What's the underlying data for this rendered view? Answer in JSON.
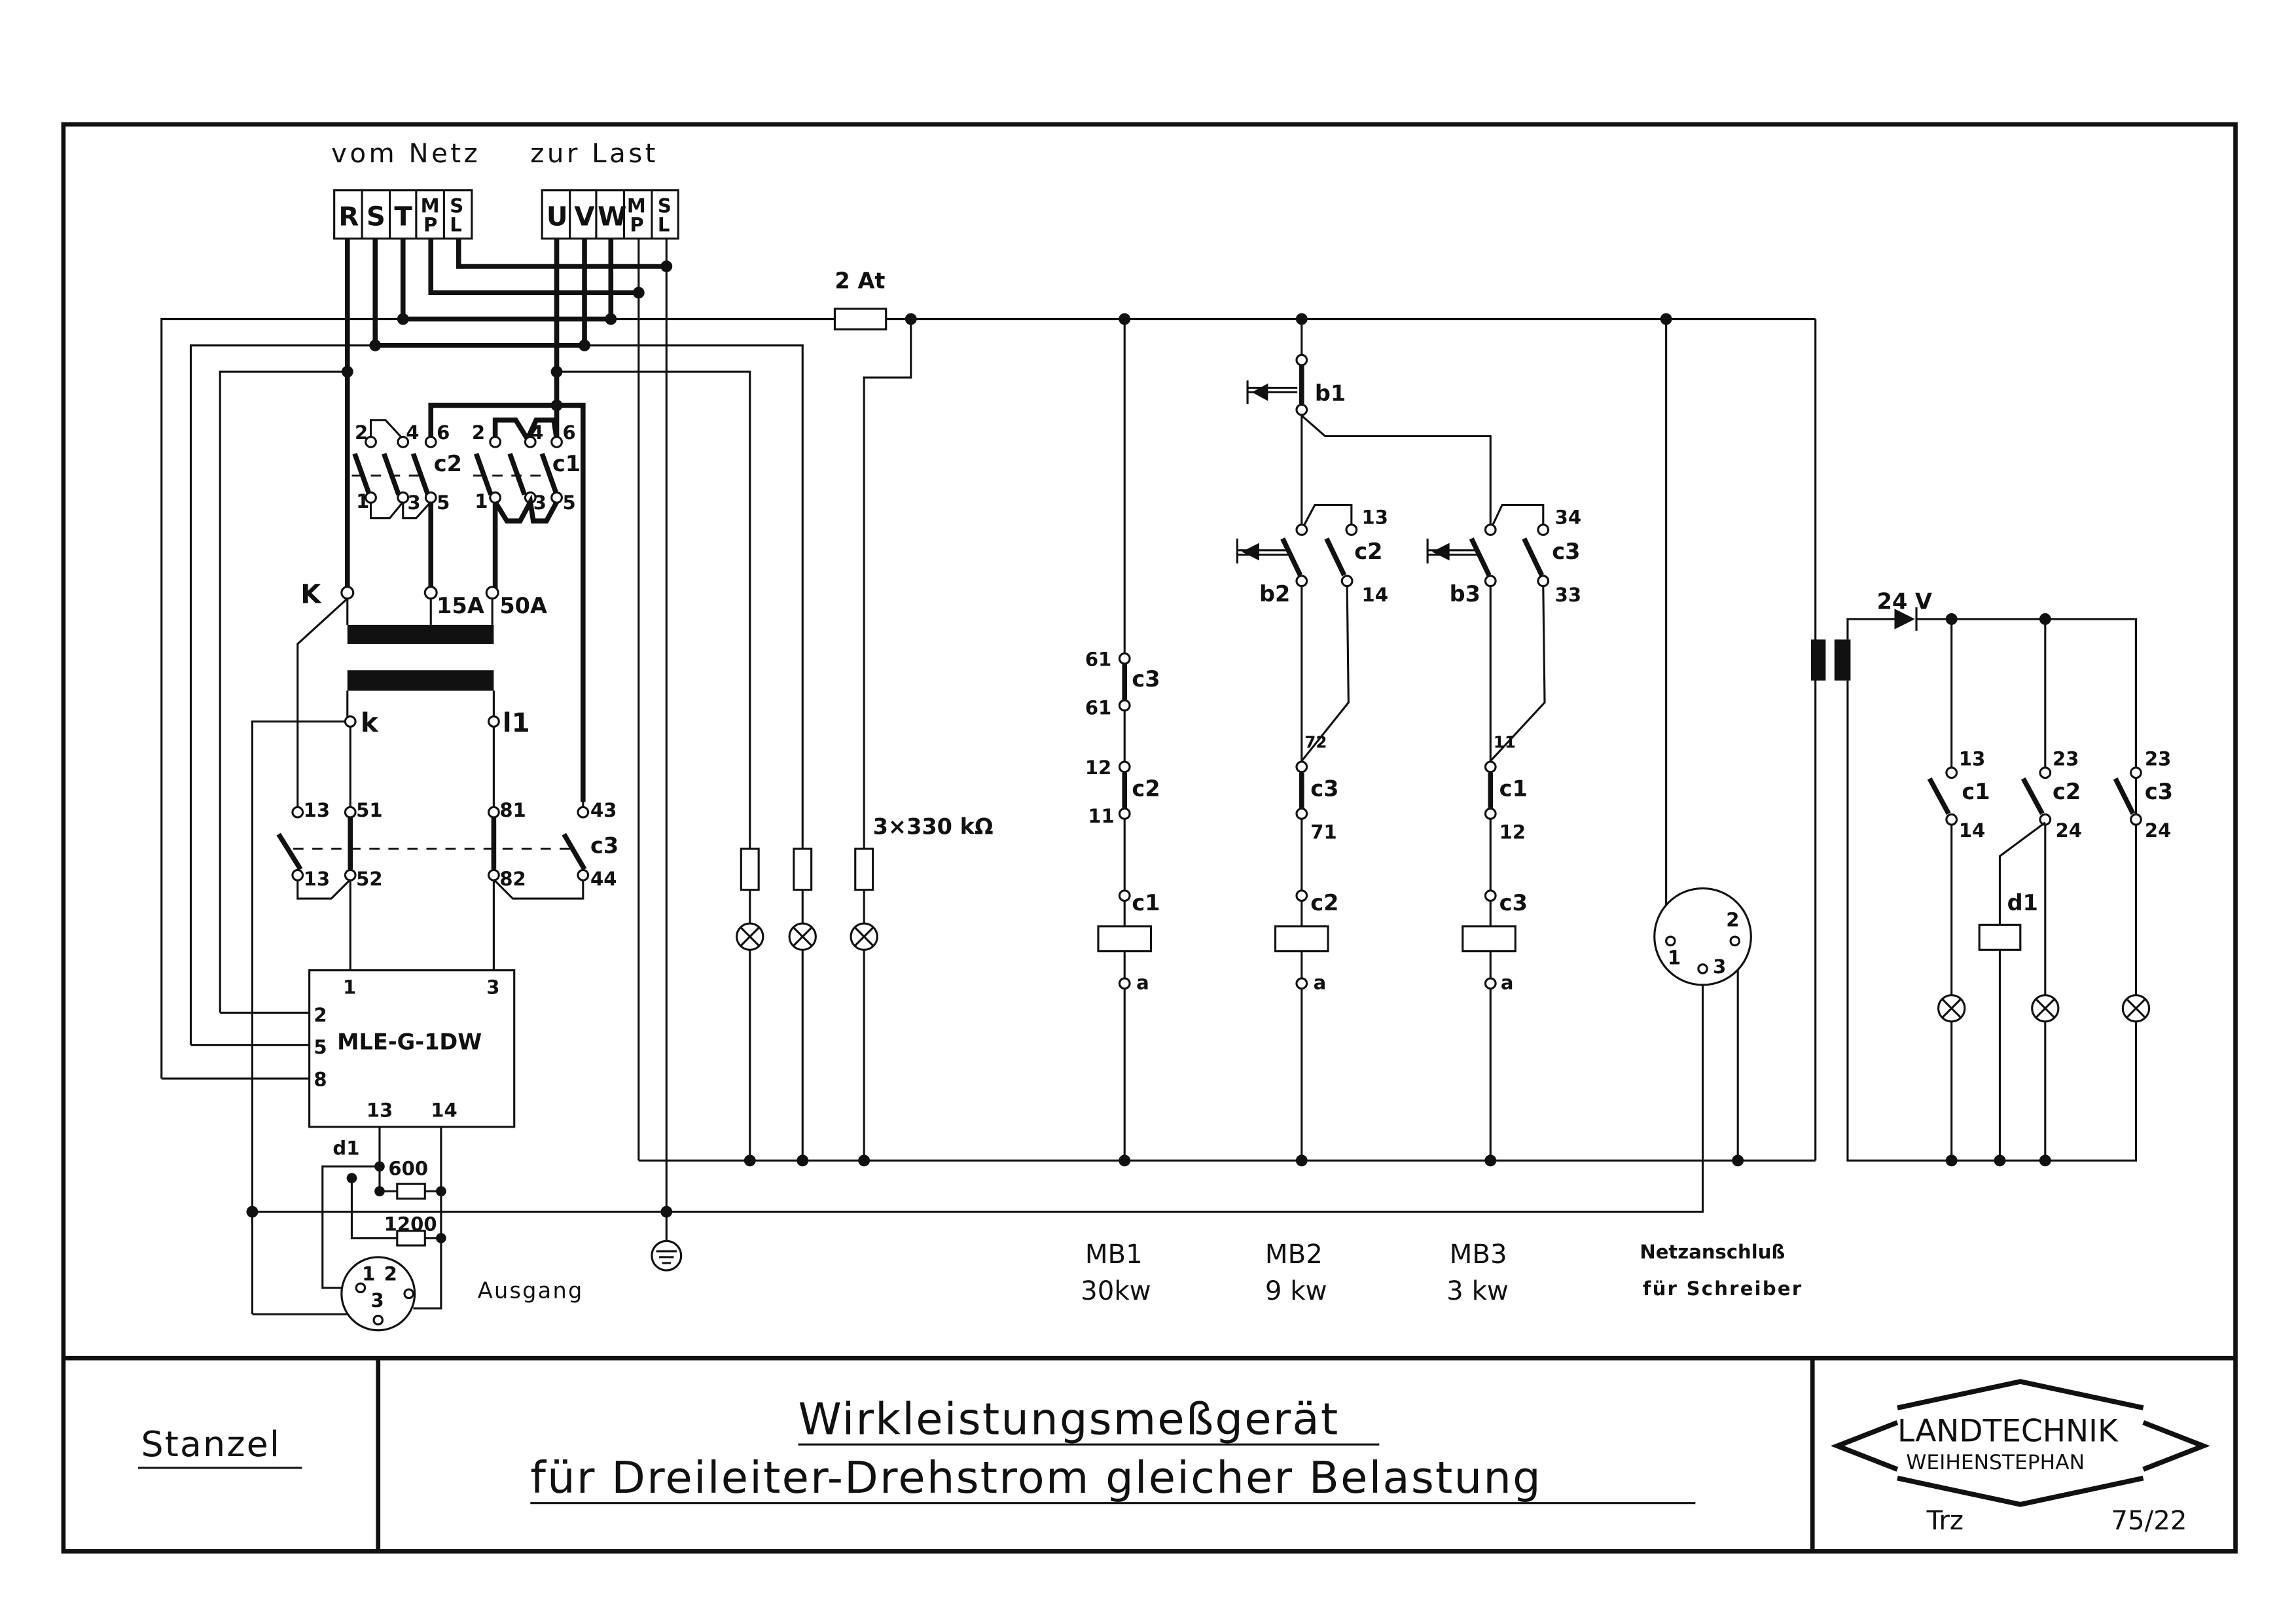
{
  "terminals": {
    "supply_heading": "vom Netz",
    "load_heading": "zur Last",
    "supply": [
      {
        "top": "R"
      },
      {
        "top": "S"
      },
      {
        "top": "T"
      },
      {
        "top": "M",
        "bottom": "P"
      },
      {
        "top": "S",
        "bottom": "L"
      }
    ],
    "load": [
      {
        "top": "U"
      },
      {
        "top": "V"
      },
      {
        "top": "W"
      },
      {
        "top": "M",
        "bottom": "P"
      },
      {
        "top": "S",
        "bottom": "L"
      }
    ]
  },
  "fuse": {
    "label": "2 At"
  },
  "indicator_resistors": {
    "label": "3×330 kΩ"
  },
  "main_contactors": {
    "c2": {
      "label": "c2",
      "pins_top": [
        "2",
        "4",
        "6"
      ],
      "pins_bottom": [
        "1",
        "3",
        "5"
      ]
    },
    "c1": {
      "label": "c1",
      "pins_top": [
        "2",
        "4",
        "6"
      ],
      "pins_bottom": [
        "1",
        "3",
        "5"
      ]
    }
  },
  "current_transformer": {
    "primary_K": "K",
    "tap_15": "15A",
    "tap_50": "50A",
    "secondary_k": "k",
    "secondary_l": "l1"
  },
  "aux_c3": {
    "label": "c3",
    "pins": [
      "13",
      "13",
      "51",
      "52",
      "81",
      "82",
      "43",
      "44"
    ]
  },
  "transducer": {
    "name": "MLE-G-1DW",
    "pins": {
      "p1": "1",
      "p3": "3",
      "p2": "2",
      "p5": "5",
      "p8": "8",
      "p13": "13",
      "p14": "14"
    }
  },
  "output": {
    "relay": "d1",
    "r1": "600",
    "r2": "1200",
    "socket_pins": [
      "1",
      "2",
      "3"
    ],
    "label": "Ausgang"
  },
  "mb1": {
    "c3": "c3",
    "p61a": "61",
    "p61b": "61",
    "c2": "c2",
    "p12": "12",
    "p11": "11",
    "coil": "c1",
    "a": "a",
    "name": "MB1",
    "power": "30kw"
  },
  "mb2": {
    "b1": "b1",
    "p13": "13",
    "c2": "c2",
    "p14": "14",
    "b2": "b2",
    "p72": "72",
    "c3": "c3",
    "p71": "71",
    "coil": "c2",
    "a": "a",
    "name": "MB2",
    "power": "9 kw"
  },
  "mb3": {
    "p34": "34",
    "c3": "c3",
    "p33": "33",
    "b3": "b3",
    "p11": "11",
    "c1": "c1",
    "p12": "12",
    "coil": "c3",
    "a": "a",
    "name": "MB3",
    "power": "3 kw"
  },
  "recorder": {
    "pins": [
      "1",
      "2",
      "3"
    ],
    "line1": "Netzanschluß",
    "line2": "für Schreiber"
  },
  "signal_circuit": {
    "voltage": "24 V",
    "c1": {
      "label": "c1",
      "in": "13",
      "out": "14"
    },
    "c2": {
      "label": "c2",
      "in": "23",
      "out": "24"
    },
    "c3": {
      "label": "c3",
      "in": "23",
      "out": "24"
    },
    "relay": "d1"
  },
  "title_block": {
    "author": "Stanzel",
    "title_line1": "Wirkleistungsmeßgerät",
    "title_line2": "für Dreileiter-Drehstrom gleicher Belastung",
    "logo_line1": "LANDTECHNIK",
    "logo_line2": "WEIHENSTEPHAN",
    "drawn_by": "Trz",
    "drawing_number": "75/22"
  }
}
